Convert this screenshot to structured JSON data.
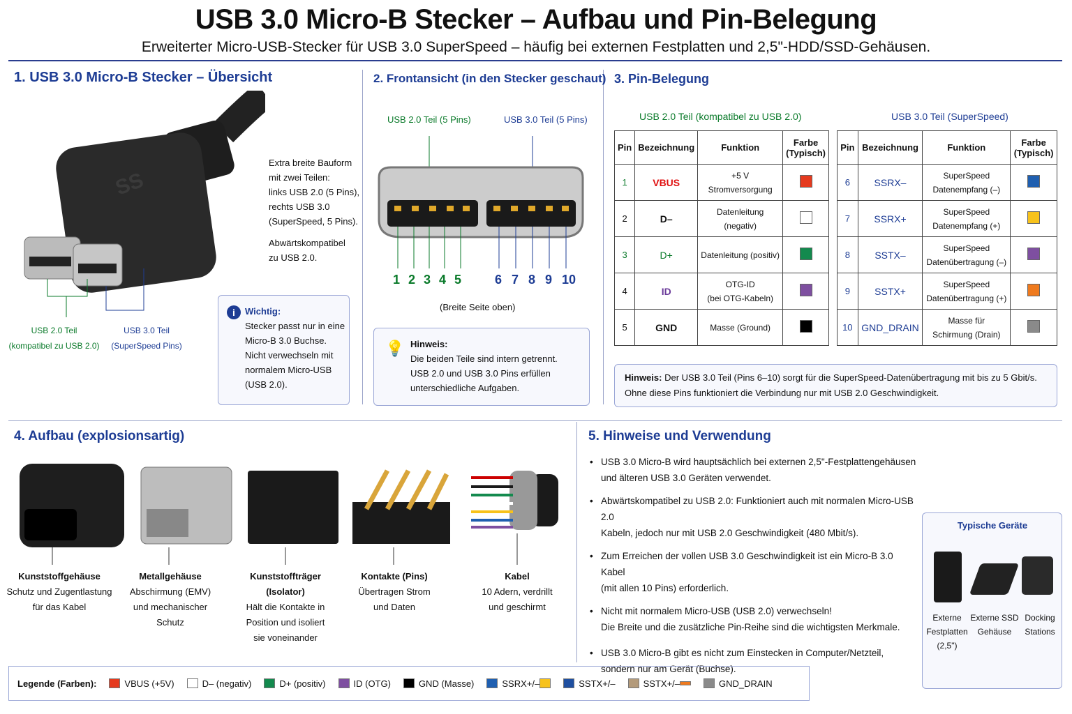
{
  "title": "USB 3.0 Micro-B Stecker – Aufbau und Pin-Belegung",
  "subtitle": "Erweiterter Micro-USB-Stecker für USB 3.0 SuperSpeed – häufig bei externen Festplatten und 2,5\"-HDD/SSD-Gehäusen.",
  "s1": {
    "title": "1. USB 3.0 Micro-B Stecker – Übersicht",
    "desc": [
      "Extra breite Bauform",
      "mit zwei Teilen:",
      "links USB 2.0 (5 Pins),",
      "rechts USB 3.0",
      "(SuperSpeed, 5 Pins)."
    ],
    "desc2": [
      "Abwärtskompatibel",
      "zu USB 2.0."
    ],
    "usb2_label": [
      "USB 2.0 Teil",
      "(kompatibel zu USB 2.0)"
    ],
    "usb3_label": [
      "USB 3.0 Teil",
      "(SuperSpeed Pins)"
    ],
    "logo": "SS",
    "note_title": "Wichtig:",
    "note": [
      "Stecker passt nur in eine",
      "Micro-B 3.0 Buchse.",
      "Nicht verwechseln mit",
      "normalem Micro-USB",
      "(USB 2.0)."
    ]
  },
  "s2": {
    "title": "2. Frontansicht (in den Stecker geschaut)",
    "usb2": "USB 2.0 Teil (5 Pins)",
    "usb3": "USB 3.0 Teil (5 Pins)",
    "pins_left": [
      "1",
      "2",
      "3",
      "4",
      "5"
    ],
    "pins_right": [
      "6",
      "7",
      "8",
      "9",
      "10"
    ],
    "caption": "(Breite Seite oben)",
    "note_title": "Hinweis:",
    "note": [
      "Die beiden Teile sind intern getrennt.",
      "USB 2.0 und USB 3.0 Pins erfüllen",
      "unterschiedliche Aufgaben."
    ]
  },
  "s3": {
    "title": "3. Pin-Belegung",
    "left_title": "USB 2.0 Teil (kompatibel zu USB 2.0)",
    "right_title": "USB 3.0 Teil (SuperSpeed)",
    "headers": [
      "Pin",
      "Bezeichnung",
      "Funktion",
      "Farbe",
      "(Typisch)"
    ],
    "left": [
      {
        "pin": "1",
        "name": "VBUS",
        "f1": "+5 V Stromversorgung",
        "f2": "",
        "color": "#e53a1e",
        "tc": "#e01010"
      },
      {
        "pin": "2",
        "name": "D–",
        "f1": "Datenleitung (negativ)",
        "f2": "",
        "color": "#ffffff",
        "tc": "#111"
      },
      {
        "pin": "3",
        "name": "D+",
        "f1": "Datenleitung (positiv)",
        "f2": "",
        "color": "#138a4e",
        "tc": "#0a7a2a"
      },
      {
        "pin": "4",
        "name": "ID",
        "f1": "OTG-ID",
        "f2": "(bei OTG-Kabeln)",
        "color": "#7e4fa0",
        "tc": "#6a3a9a"
      },
      {
        "pin": "5",
        "name": "GND",
        "f1": "Masse (Ground)",
        "f2": "",
        "color": "#000000",
        "tc": "#111"
      }
    ],
    "right": [
      {
        "pin": "6",
        "name": "SSRX–",
        "f1": "SuperSpeed",
        "f2": "Datenempfang (–)",
        "color": "#1f5fb0"
      },
      {
        "pin": "7",
        "name": "SSRX+",
        "f1": "SuperSpeed",
        "f2": "Datenempfang (+)",
        "color": "#f7c21b"
      },
      {
        "pin": "8",
        "name": "SSTX–",
        "f1": "SuperSpeed",
        "f2": "Datenübertragung (–)",
        "color": "#7e4fa0"
      },
      {
        "pin": "9",
        "name": "SSTX+",
        "f1": "SuperSpeed",
        "f2": "Datenübertragung (+)",
        "color": "#ef7a1e"
      },
      {
        "pin": "10",
        "name": "GND_DRAIN",
        "f1": "Masse für",
        "f2": "Schirmung (Drain)",
        "color": "#8a8a8a"
      }
    ],
    "note_bold": "Hinweis:",
    "note1": " Der USB 3.0 Teil (Pins 6–10) sorgt für die SuperSpeed-Datenübertragung mit bis zu 5 Gbit/s.",
    "note2": "Ohne diese Pins funktioniert die Verbindung nur mit USB 2.0 Geschwindigkeit."
  },
  "s4": {
    "title": "4. Aufbau (explosionsartig)",
    "parts": [
      {
        "name": "Kunststoffgehäuse",
        "lines": [
          "Schutz und Zugentlastung",
          "für das Kabel"
        ]
      },
      {
        "name": "Metallgehäuse",
        "lines": [
          "Abschirmung (EMV)",
          "und mechanischer",
          "Schutz"
        ]
      },
      {
        "name": "Kunststoffträger",
        "lines": [
          "(Isolator)",
          "Hält die Kontakte in",
          "Position und isoliert",
          "sie voneinander"
        ]
      },
      {
        "name": "Kontakte (Pins)",
        "lines": [
          "Übertragen Strom",
          "und Daten"
        ]
      },
      {
        "name": "Kabel",
        "lines": [
          "10 Adern, verdrillt",
          "und geschirmt"
        ]
      }
    ]
  },
  "s5": {
    "title": "5. Hinweise und Verwendung",
    "bullets": [
      [
        "USB 3.0 Micro-B wird hauptsächlich bei externen 2,5\"-Festplattengehäusen",
        "und älteren USB 3.0 Geräten verwendet."
      ],
      [
        "Abwärtskompatibel zu USB 2.0: Funktioniert auch mit normalen Micro-USB 2.0",
        "Kabeln, jedoch nur mit USB 2.0 Geschwindigkeit (480 Mbit/s)."
      ],
      [
        "Zum Erreichen der vollen USB 3.0 Geschwindigkeit ist ein Micro-B 3.0 Kabel",
        "(mit allen 10 Pins) erforderlich."
      ],
      [
        "Nicht mit normalem Micro-USB (USB 2.0) verwechseln!",
        "Die Breite und die zusätzliche Pin-Reihe sind die wichtigsten Merkmale."
      ],
      [
        "USB 3.0 Micro-B gibt es nicht zum Einstecken in Computer/Netzteil,",
        "sondern nur am Gerät (Buchse)."
      ]
    ],
    "devices_title": "Typische Geräte",
    "devices": [
      [
        "Externe",
        "Festplatten",
        "(2,5\")"
      ],
      [
        "Externe SSD",
        "Gehäuse"
      ],
      [
        "Docking",
        "Stations"
      ]
    ]
  },
  "legend": {
    "title": "Legende (Farben):",
    "items": [
      {
        "label": "VBUS (+5V)",
        "color": "#e53a1e"
      },
      {
        "label": "D– (negativ)",
        "color": "#ffffff"
      },
      {
        "label": "D+ (positiv)",
        "color": "#138a4e"
      },
      {
        "label": "ID (OTG)",
        "color": "#7e4fa0"
      },
      {
        "label": "GND (Masse)",
        "color": "#000000"
      },
      {
        "label": "SSRX+/–",
        "color": "#1f5fb0"
      },
      {
        "label": "SSTX+/–",
        "color": "#1f4fa0"
      },
      {
        "label": "SSTX+/–",
        "color": "#b39a7a"
      },
      {
        "label": "GND_DRAIN",
        "color": "#8a8a8a"
      }
    ]
  }
}
